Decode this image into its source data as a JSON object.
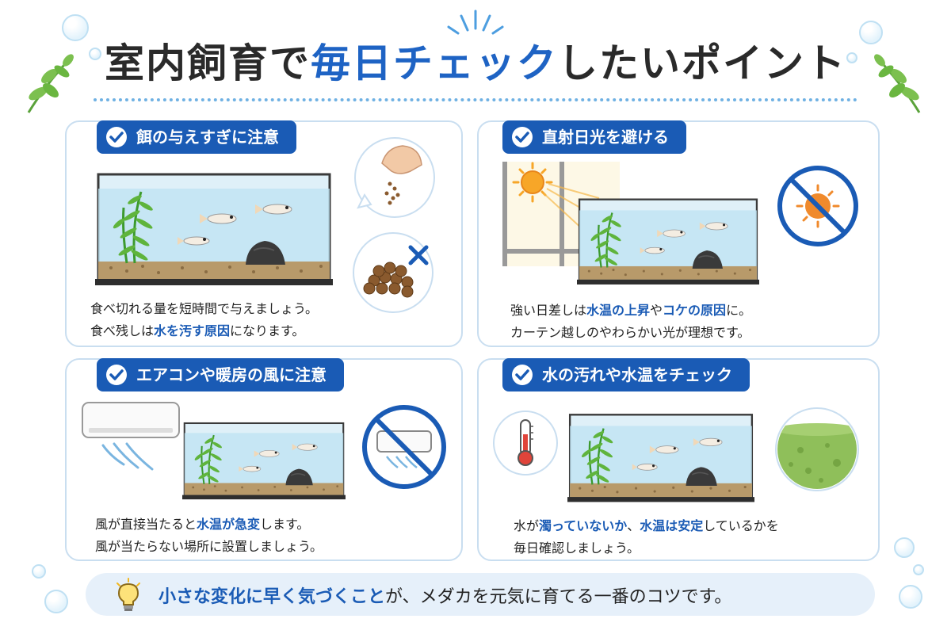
{
  "title": {
    "part1": "室内飼育で",
    "highlight": "毎日チェック",
    "part2": "したいポイント"
  },
  "cards": [
    {
      "heading": "餌の与えすぎに注意",
      "line1": "食べ切れる量を短時間で与えましょう。",
      "line2_a": "食べ残しは",
      "line2_b": "水を汚す原因",
      "line2_c": "になります。"
    },
    {
      "heading": "直射日光を避ける",
      "line1_a": "強い日差しは",
      "line1_b": "水温の上昇",
      "line1_c": "や",
      "line1_d": "コケの原因",
      "line1_e": "に。",
      "line2": "カーテン越しのやわらかい光が理想です。"
    },
    {
      "heading": "エアコンや暖房の風に注意",
      "line1_a": "風が直接当たると",
      "line1_b": "水温が急変",
      "line1_c": "します。",
      "line2": "風が当たらない場所に設置しましょう。"
    },
    {
      "heading": "水の汚れや水温をチェック",
      "line1_a": "水が",
      "line1_b": "濁っていないか",
      "line1_c": "、",
      "line1_d": "水温は安定",
      "line1_e": "しているかを",
      "line2": "毎日確認しましょう。"
    }
  ],
  "footer": {
    "highlight": "小さな変化に早く気づくこと",
    "rest": "が、メダカを元気に育てる一番のコツです。"
  },
  "colors": {
    "accent": "#1a5bb5",
    "title_highlight": "#1e63c4",
    "card_border": "#c9def0",
    "footer_bg": "#e6f0fa"
  },
  "icons": [
    "check-icon",
    "hand-feeding-icon",
    "food-pellets-icon",
    "cross-icon",
    "sun-icon",
    "no-sun-icon",
    "air-conditioner-icon",
    "no-air-conditioner-icon",
    "thermometer-icon",
    "dirty-water-icon",
    "lightbulb-icon",
    "leaf-icon",
    "bubble-icon"
  ]
}
